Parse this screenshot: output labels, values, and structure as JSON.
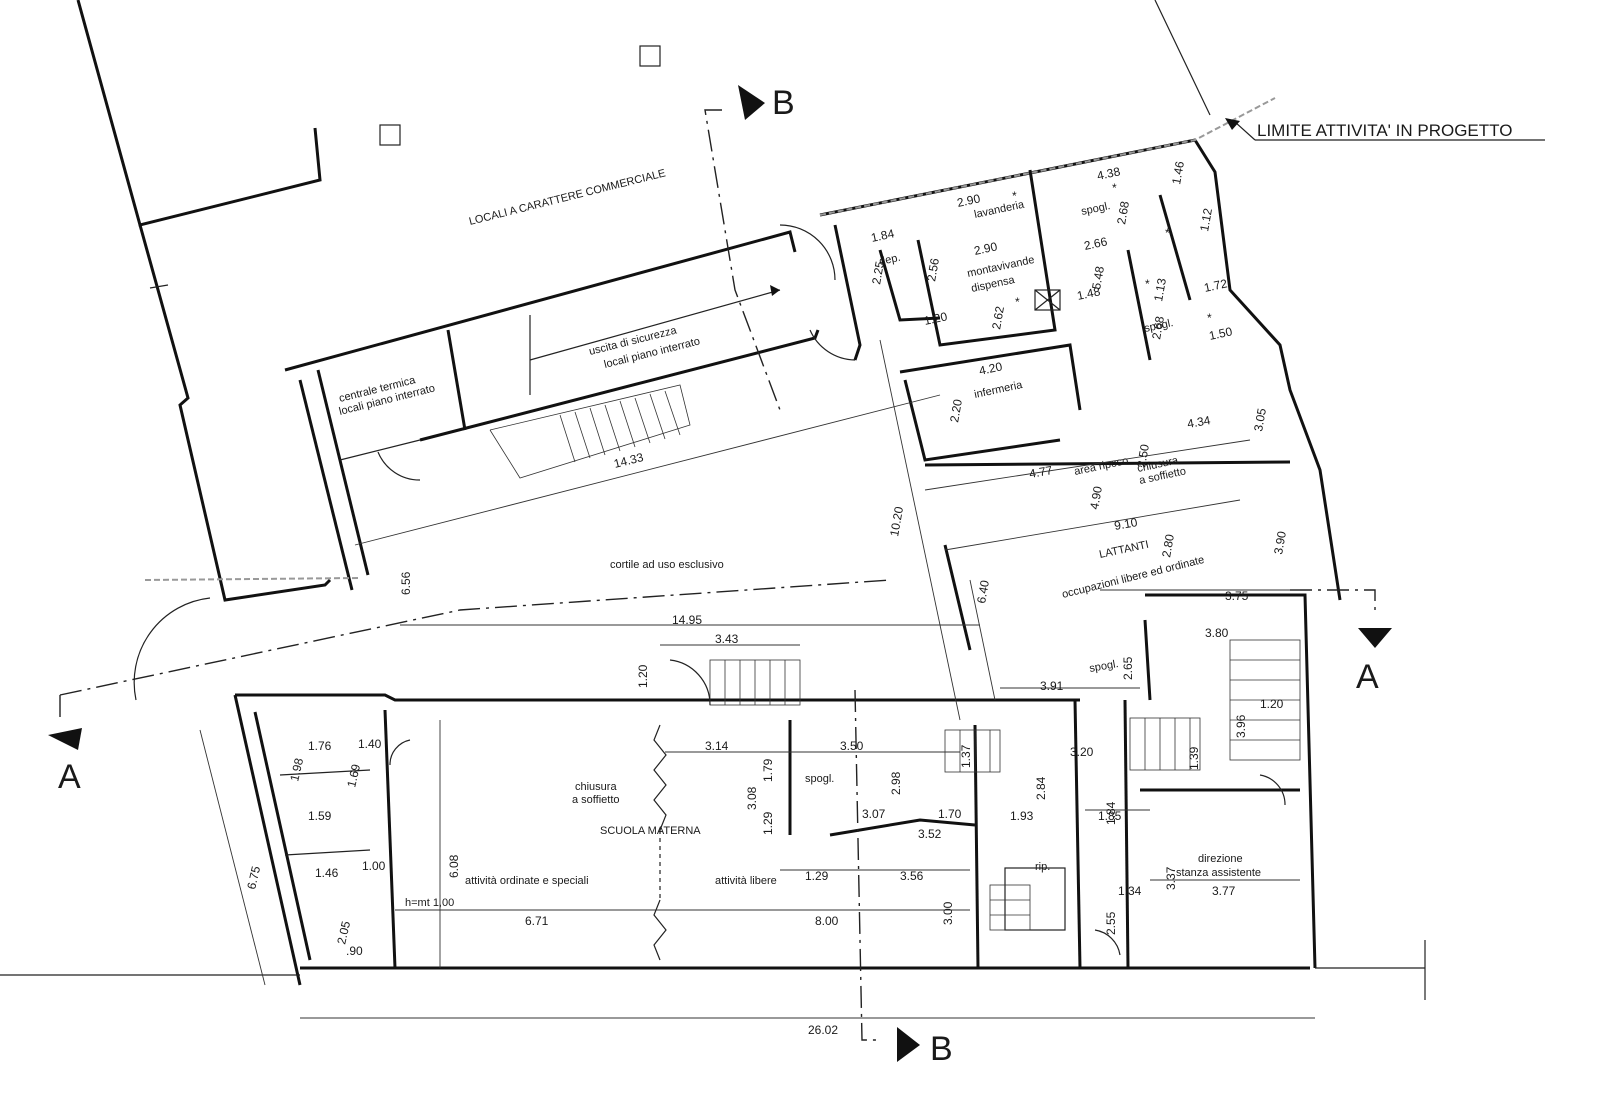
{
  "section_labels": {
    "a_left": "A",
    "a_right": "A",
    "b_top": "B",
    "b_bottom": "B"
  },
  "limit_note": "LIMITE ATTIVITA' IN PROGETTO",
  "rooms": {
    "commerciale": "LOCALI A CARATTERE COMMERCIALE",
    "uscita_1": "uscita di sicurezza",
    "uscita_2": "locali piano interrato",
    "centrale_1": "centrale termica",
    "centrale_2": "locali piano interrato",
    "cortile": "cortile ad uso esclusivo",
    "lavanderia": "lavanderia",
    "dep": "dep.",
    "montavivande": "montavivande",
    "dispensa": "dispensa",
    "spogl_top": "spogl.",
    "spogl_mid": "spogl.",
    "infermeria": "infermeria",
    "area_riposo": "area riposo",
    "chiusura_top_1": "chiusura",
    "chiusura_top_2": "a soffietto",
    "lattanti": "LATTANTI",
    "occupazioni": "occupazioni libere ed ordinate",
    "spogl_right": "spogl.",
    "chiusura_bot_1": "chiusura",
    "chiusura_bot_2": "a soffietto",
    "scuola_materna": "SCUOLA MATERNA",
    "attivita_ordinate": "attività ordinate e speciali",
    "attivita_libere": "attività libere",
    "spogl_bottom": "spogl.",
    "rip": "rip.",
    "direzione_1": "direzione",
    "direzione_2": "stanza assistente",
    "h_mt": "h=mt 1,00"
  },
  "dimensions": {
    "d1433": "14.33",
    "d656": "6.56",
    "d1020": "10.20",
    "d640": "6.40",
    "d1495": "14.95",
    "d343": "3.43",
    "d120a": "1.20",
    "d314": "3.14",
    "d179": "1.79",
    "d308": "3.08",
    "d129a": "1.29",
    "d350": "3.50",
    "d298": "2.98",
    "d307": "3.07",
    "d352": "3.52",
    "d170": "1.70",
    "d129b": "1.29",
    "d356": "3.56",
    "d300": "3.00",
    "d608": "6.08",
    "d671": "6.71",
    "d800": "8.00",
    "d2602": "26.02",
    "d675": "6.75",
    "d176": "1.76",
    "d140": "1.40",
    "d198": "1.98",
    "d169": "1.69",
    "d159": "1.59",
    "d146": "1.46",
    "d100": "1.00",
    "d090": ".90",
    "d205": "2.05",
    "d290a": "2.90",
    "d184": "1.84",
    "d225": "2.25",
    "d256": "2.56",
    "d290b": "2.90",
    "d262": "2.62",
    "d438": "4.38",
    "d268a": "2.68",
    "d266": "2.66",
    "d548": "5.48",
    "d148": "1.48",
    "d112": "1.12",
    "d172": "1.72",
    "d113": "1.13",
    "d268b": "2.68",
    "d150": "1.50",
    "d420": "4.20",
    "d220": "2.20",
    "d434": "4.34",
    "d305": "3.05",
    "d477": "4.77",
    "d250": "2.50",
    "d490": "4.90",
    "d910": "9.10",
    "d280": "2.80",
    "d390": "3.90",
    "d375": "3.75",
    "d380": "3.80",
    "d265": "2.65",
    "d391": "3.91",
    "d396": "3.96",
    "d120b": "1.20",
    "d320": "3.20",
    "d139": "1.39",
    "d137": "1.37",
    "d284": "2.84",
    "d193": "1.93",
    "d185": "1.85",
    "d184b": "1.84",
    "d134": "1.34",
    "d255": "2.55",
    "d337": "3.37",
    "d377": "3.77",
    "d146b": "1.46",
    "d120c": "1.20"
  }
}
